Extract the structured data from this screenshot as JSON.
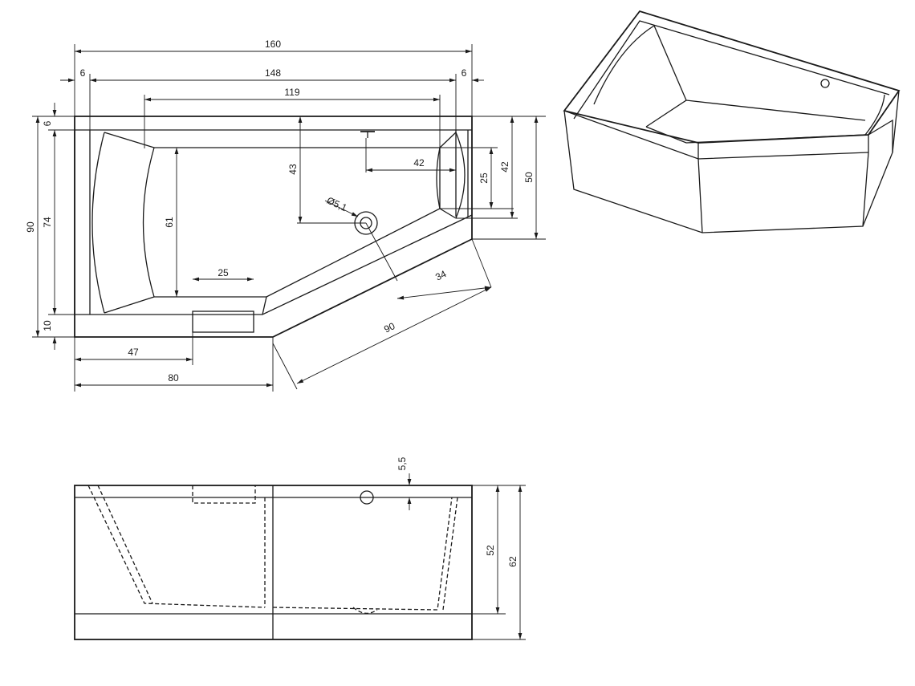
{
  "drawing": {
    "top_view": {
      "dim_160": "160",
      "dim_148": "148",
      "dim_6_left": "6",
      "dim_6_right": "6",
      "dim_119": "119",
      "dim_6_vert": "6",
      "dim_74": "74",
      "dim_90_left": "90",
      "dim_10": "10",
      "dim_61": "61",
      "dim_43": "43",
      "dim_42_horiz": "42",
      "dim_25_vert": "25",
      "dim_42_vert": "42",
      "dim_50": "50",
      "dim_drain": "Ø5,1",
      "dim_25_horiz": "25",
      "dim_34": "34",
      "dim_90_diag": "90",
      "dim_47": "47",
      "dim_80": "80"
    },
    "side_view": {
      "dim_55": "5,5",
      "dim_52": "52",
      "dim_62": "62"
    }
  }
}
